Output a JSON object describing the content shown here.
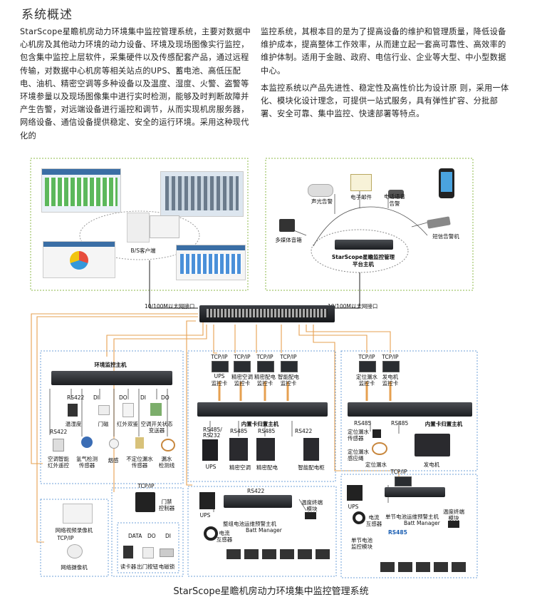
{
  "heading": "系统概述",
  "intro_left": "StarScope星瞻机房动力环境集中监控管理系统，主要对数据中心机房及其他动力环境的动力设备、环境及现场图像实行监控，包含集中监控上层软件，采集硬件以及传感配套产品，通过远程传输，对数据中心机房等相关站点的UPS、蓄电池、高低压配电、油机、精密空调等多种设备以及温度、湿度、火警、盗警等环境参量以及现场图像集中进行实时检测，能够及时判断故障并产生告警，对远端设备进行遥控和调节，从而实现机房服务器，网络设备、通信设备提供稳定、安全的运行环境。采用这种现代化的",
  "intro_right_1": "监控系统，其根本目的是为了提高设备的维护和管理质量，降低设备维护成本，提高整体工作效率，从而建立起一套高可靠性、高效率的维护体制。适用于金融、政府、电信行业、企业等大型、中小型数据中心。",
  "intro_right_2": "本监控系统以产品先进性、稳定性及高性价比为设计原 则，采用一体化、模块化设计理念，可提供一站式服务，具有弹性扩容、分批部署、安全可靠、集中监控、快速部署等特点。",
  "diagram": {
    "bs_client": "B/S客户端",
    "net_left": "10/100M以太网接口",
    "net_right": "10/100M以太网接口",
    "host_l1": "StarScope星瞻监控管理",
    "host_l2": "平台主机",
    "sound_alarm": "声光告警",
    "email": "电子邮件",
    "voice_alarm_l1": "电话语音",
    "voice_alarm_l2": "告警",
    "sms_alarm": "短信告警机",
    "speaker": "多媒体音箱",
    "env_host": "环境监控主机",
    "rs422a": "RS422",
    "di1": "DI",
    "di2": "DO",
    "di3": "DI",
    "di4": "DO",
    "temp_hum": "温湿度",
    "door_magnet": "门磁",
    "ir": "红外双鉴",
    "ac_switch_l1": "空调开关状态",
    "ac_switch_l2": "变送器",
    "rs422b": "RS422",
    "ac_ir_l1": "空调智能",
    "ac_ir_l2": "红外遥控",
    "gas_l1": "氢气检测",
    "gas_l2": "传感器",
    "smoke": "烟感",
    "leak_l1": "不定位漏水",
    "leak_l2": "传感器",
    "leak_rope_l1": "漏水",
    "leak_rope_l2": "检测线",
    "tcpip_1": "TCP/IP",
    "tcpip_2": "TCP/IP",
    "tcpip_3": "TCP/IP",
    "tcpip_4": "TCP/IP",
    "card_ups_l1": "UPS",
    "card_ups_l2": "监控卡",
    "card_ac_l1": "精密空调",
    "card_ac_l2": "监控卡",
    "card_pd_l1": "精密配电",
    "card_pd_l2": "监控卡",
    "card_spd_l1": "智能配电",
    "card_spd_l2": "监控卡",
    "inner_host": "内置卡归置主机",
    "rs485_232": "RS485/",
    "rs232": "RS232",
    "rs485a": "RS485",
    "rs485b": "RS485",
    "rs422c": "RS422",
    "ups": "UPS",
    "precision_ac": "精密空调",
    "precision_pd": "精密配电",
    "smart_cabinet": "智能配电柜",
    "tcpip_5": "TCP/IP",
    "tcpip_6": "TCP/IP",
    "card_leak_l1": "定位漏水",
    "card_leak_l2": "监控卡",
    "card_gen_l1": "发电机",
    "card_gen_l2": "监控卡",
    "inner_host_2": "内置卡归置主机",
    "rs485c": "RS485",
    "rs485d": "RS485",
    "leak_sensor_l1": "定位漏水",
    "leak_sensor_l2": "传感器",
    "leak_rope2_l1": "定位漏水",
    "leak_rope2_l2": "感应绳",
    "leak_pos": "定位漏水",
    "generator": "发电机",
    "tcpip_7": "TCP/IP",
    "access_ctrl_l1": "门禁",
    "access_ctrl_l2": "控制器",
    "nvr": "网络视频录像机",
    "tcpip_8": "TCP/IP",
    "camera": "网络摄像机",
    "data": "DATA",
    "do_a": "DO",
    "di_a": "DI",
    "card_reader": "读卡器",
    "exit_btn": "出门按钮",
    "mag_lock": "电磁锁",
    "rs422d": "RS422",
    "ups_b": "UPS",
    "batt_host_l1": "整组电池运维预警主机",
    "batt_host_l2": "Batt Manager",
    "temp_module_l1": "温度终端",
    "temp_module_l2": "模块",
    "ct_l1": "电流",
    "ct_l2": "互感器",
    "tcpip_9": "TCP/IP",
    "ups_c": "UPS",
    "batt2_host_l1": "单节电池运维预警主机",
    "batt2_host_l2": "Batt Manager",
    "temp2_l1": "温度终端",
    "temp2_l2": "模块",
    "ct2_l1": "电流",
    "ct2_l2": "互感器",
    "rs485e": "RS485",
    "cell_l1": "单节电池",
    "cell_l2": "监控模块"
  },
  "footer": "StarScope星瞻机房动力环境集中监控管理系统"
}
